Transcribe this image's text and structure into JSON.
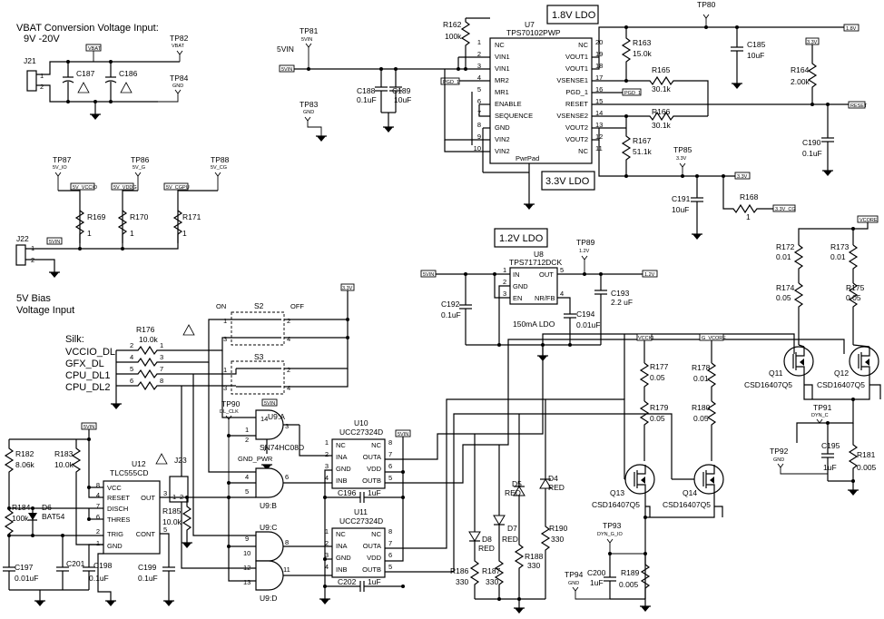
{
  "labels": {
    "vbat_title": "VBAT Conversion Voltage Input:",
    "vbat_range": "9V -20V",
    "bias_title1": "5V Bias",
    "bias_title2": "Voltage Input",
    "ldo18": "1.8V LDO",
    "ldo33": "3.3V LDO",
    "ldo12": "1.2V LDO",
    "silk": "Silk:",
    "silk_vccio": "VCCIO_DL",
    "silk_gfx": "GFX_DL",
    "silk_cpu1": "CPU_DL1",
    "silk_cpu2": "CPU_DL2",
    "ldo150": "150mA LDO"
  },
  "parts": {
    "J21": "J21",
    "J22": "J22",
    "J23": "J23",
    "C187": "C187",
    "C186": "C186",
    "TP82": "TP82",
    "TP82_net": "VBAT",
    "TP84": "TP84",
    "TP84_net": "GND",
    "TP87": "TP87",
    "TP87_net": "5V_IO",
    "TP86": "TP86",
    "TP86_net": "5V_G",
    "TP88": "TP88",
    "TP88_net": "5V_CG",
    "R169": "R169",
    "R169_v": "1",
    "R170": "R170",
    "R170_v": "1",
    "R171": "R171",
    "R171_v": "1",
    "TP81": "TP81",
    "TP81_net": "5VIN",
    "vin_lbl": "5VIN",
    "TP83": "TP83",
    "TP83_net": "GND",
    "R162": "R162",
    "R162_v": "100k",
    "C188": "C188",
    "C188_v": "0.1uF",
    "C189": "C189",
    "C189_v": "10uF",
    "U7": "U7",
    "U7_part": "TPS70102PWP",
    "U7_pins": [
      "NC",
      "VIN1",
      "VIN1",
      "MR2",
      "MR1",
      "ENABLE",
      "SEQUENCE",
      "GND",
      "VIN2",
      "VIN2",
      "NC",
      "VOUT1",
      "VOUT1",
      "VSENSE1",
      "PGD_1",
      "RESET",
      "VSENSE2",
      "VOUT2",
      "VOUT2",
      "NC"
    ],
    "U7_nums": [
      "1",
      "2",
      "3",
      "4",
      "5",
      "6",
      "7",
      "8",
      "9",
      "10",
      "20",
      "19",
      "18",
      "17",
      "16",
      "15",
      "14",
      "13",
      "12",
      "11"
    ],
    "U7_pad": "PwrPad",
    "TP80": "TP80",
    "R163": "R163",
    "R163_v": "15.0k",
    "C185": "C185",
    "C185_v": "10uF",
    "R165": "R165",
    "R165_v": "30.1k",
    "R166": "R166",
    "R166_v": "30.1k",
    "R167": "R167",
    "R167_v": "51.1k",
    "R164": "R164",
    "R164_v": "2.00k",
    "C190": "C190",
    "C190_v": "0.1uF",
    "TP85": "TP85",
    "TP85_net": "3.3V",
    "C191": "C191",
    "C191_v": "10uF",
    "R168": "R168",
    "R168_v": "1",
    "U8": "U8",
    "U8_part": "TPS71712DCK",
    "U8_pins": [
      "IN",
      "GND",
      "EN",
      "OUT",
      "NR/FB"
    ],
    "U8_nums": [
      "1",
      "2",
      "3",
      "5",
      "4"
    ],
    "TP89": "TP89",
    "TP89_net": "1.2V",
    "C192": "C192",
    "C192_v": "0.1uF",
    "C193": "C193",
    "C193_v": "2.2 uF",
    "C194": "C194",
    "C194_v": "0.01uF",
    "S2": "S2",
    "S3": "S3",
    "on": "ON",
    "off": "OFF",
    "R176": "R176",
    "R176_v": "10.0k",
    "U12": "U12",
    "U12_part": "TLC555CD",
    "U12_pins": [
      "VCC",
      "RESET",
      "DISCH",
      "THRES",
      "TRIG",
      "GND",
      "OUT",
      "CONT"
    ],
    "U12_nums": [
      "8",
      "4",
      "7",
      "6",
      "2",
      "1",
      "3",
      "5"
    ],
    "R182": "R182",
    "R182_v": "8.06k",
    "R183": "R183",
    "R183_v": "10.0k",
    "R184": "R184",
    "R184_v": "100k",
    "D6": "D6",
    "D6_part": "BAT54",
    "R185": "R185",
    "R185_v": "10.0k",
    "C197": "C197",
    "C197_v": "0.01uF",
    "C201": "C201",
    "C198": "C198",
    "C198_v": "0.1uF",
    "C199": "C199",
    "C199_v": "0.1uF",
    "TP90": "TP90",
    "TP90_net": "DL_CLK",
    "U9A": "U9:A",
    "U9B": "U9:B",
    "U9C": "U9:C",
    "U9D": "U9:D",
    "U9_part": "SN74HC08D",
    "gnd_pwr": "GND_PWR",
    "U10": "U10",
    "U10_part": "UCC27324D",
    "U11": "U11",
    "U11_part": "UCC27324D",
    "UCC_pins": [
      "NC",
      "INA",
      "GND",
      "INB",
      "NC",
      "OUTA",
      "VDD",
      "OUTB"
    ],
    "UCC_nums": [
      "1",
      "2",
      "3",
      "4",
      "8",
      "7",
      "6",
      "5"
    ],
    "C196": "C196",
    "C196_v": "1uF",
    "C202": "C202",
    "C202_v": "1uF",
    "D4": "D4",
    "D5": "D5",
    "D7": "D7",
    "D8": "D8",
    "red": "RED",
    "R186": "R186",
    "R186_v": "330",
    "R187": "R187",
    "R187_v": "330",
    "R188": "R188",
    "R188_v": "330",
    "R190": "R190",
    "R190_v": "330",
    "R172": "R172",
    "R172_v": "0.01",
    "R173": "R173",
    "R173_v": "0.01",
    "R174": "R174",
    "R174_v": "0.05",
    "R175": "R175",
    "R175_v": "0.05",
    "Q11": "Q11",
    "Q12": "Q12",
    "Q13": "Q13",
    "Q14": "Q14",
    "Q_part": "CSD16407Q5",
    "R177": "R177",
    "R177_v": "0.05",
    "R178": "R178",
    "R178_v": "0.01",
    "R179": "R179",
    "R179_v": "0.05",
    "R180": "R180",
    "R180_v": "0.05",
    "TP91": "TP91",
    "TP91_net": "DYN_C",
    "TP92": "TP92",
    "TP92_net": "GND",
    "C195": "C195",
    "C195_v": "1uF",
    "R181": "R181",
    "R181_v": "0.005",
    "TP93": "TP93",
    "TP93_net": "DYN_G_IO",
    "TP94": "TP94",
    "TP94_net": "GND",
    "C200": "C200",
    "C200_v": "1uF",
    "R189": "R189",
    "R189_v": "0.005"
  },
  "flags": {
    "vbat": "VBAT",
    "v18": "1.8V",
    "v33a": "3.3V",
    "v33b": "3.3V",
    "v33c": "3.3V",
    "v33cg": "3.3V_CG",
    "reset": "RESET",
    "pgd": "PGD_1",
    "pgd2": "PGD_1",
    "vin": "5VIN",
    "vin2": "5VIN",
    "vin3": "5VIN",
    "vin4": "5VIN",
    "vin5": "5VIN",
    "vin6": "5VIN",
    "v12": "1.2V",
    "vccio": "5V_VCCIO",
    "vgdd": "5V_VDDG",
    "vcpu": "5V_CGPU",
    "vcore": "VCORE",
    "vccio2": "VCCIO",
    "gvcore": "G_VCORE"
  }
}
